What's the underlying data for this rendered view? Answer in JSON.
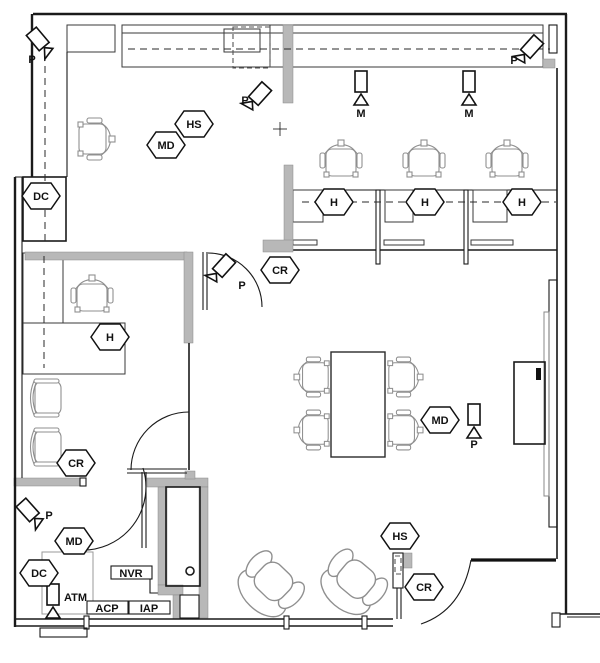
{
  "colors": {
    "line": "#1a1a1a",
    "wall_fill": "#b8b8b8",
    "furniture": "#8f8f8f",
    "background": "#ffffff"
  },
  "labels": {
    "p": "P",
    "m": "M",
    "h": "H",
    "hs": "HS",
    "md": "MD",
    "dc": "DC",
    "cr": "CR",
    "atm": "ATM",
    "nvr": "NVR",
    "acp": "ACP",
    "iap": "IAP"
  }
}
